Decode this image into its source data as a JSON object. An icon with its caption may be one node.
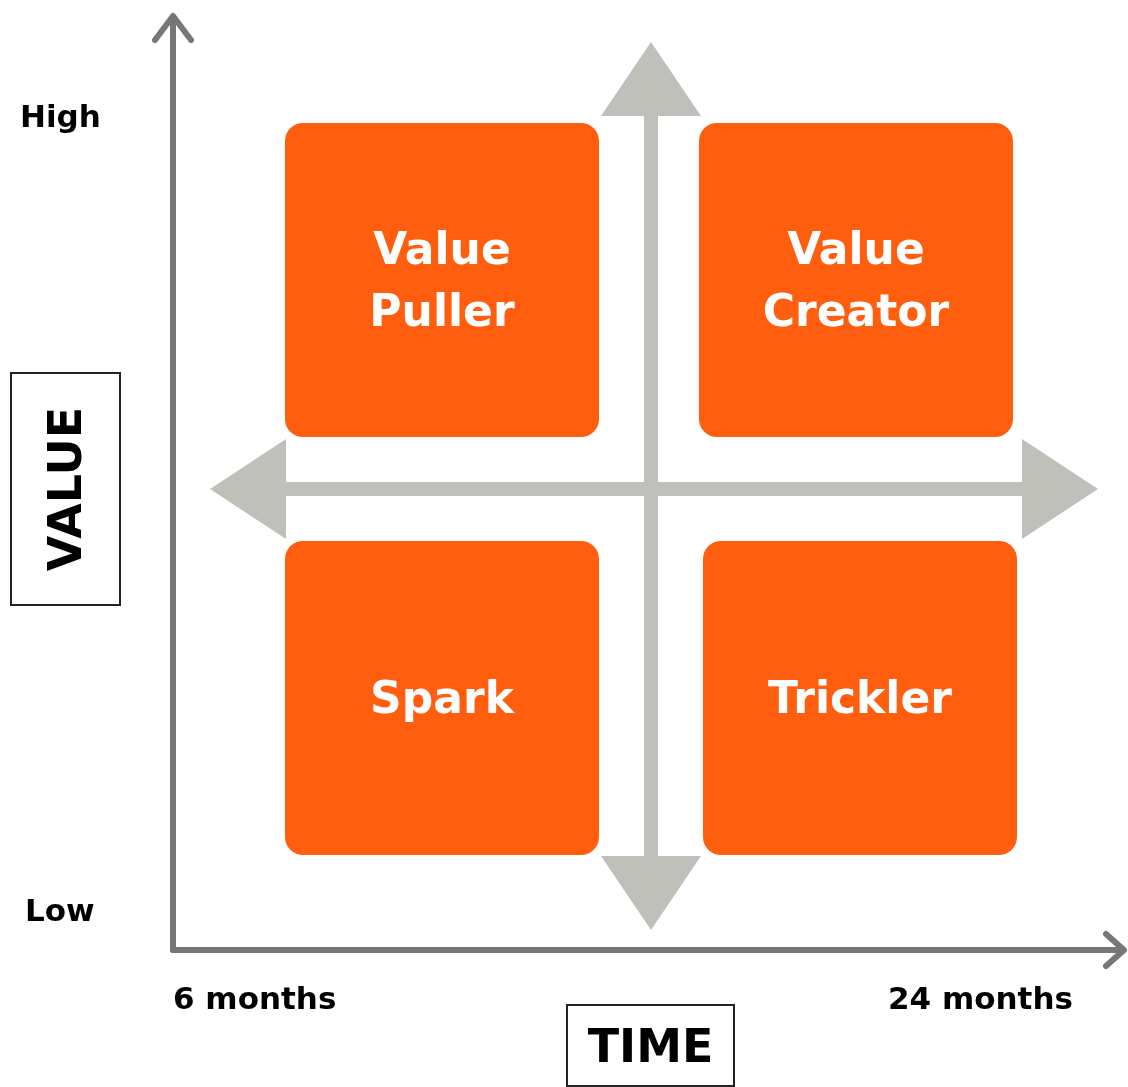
{
  "diagram": {
    "nodes": [
      {
        "text": [
          "Value Puller"
        ]
      },
      {
        "text": [
          "Value Creator"
        ]
      },
      {
        "text": [
          "VALUE"
        ]
      },
      {
        "text": [
          "Spark"
        ]
      },
      {
        "text": [
          "Trickler"
        ]
      },
      {
        "text": [
          "TIME"
        ]
      }
    ],
    "labels": [
      "High",
      "Low",
      "6 months",
      "24 months"
    ]
  }
}
